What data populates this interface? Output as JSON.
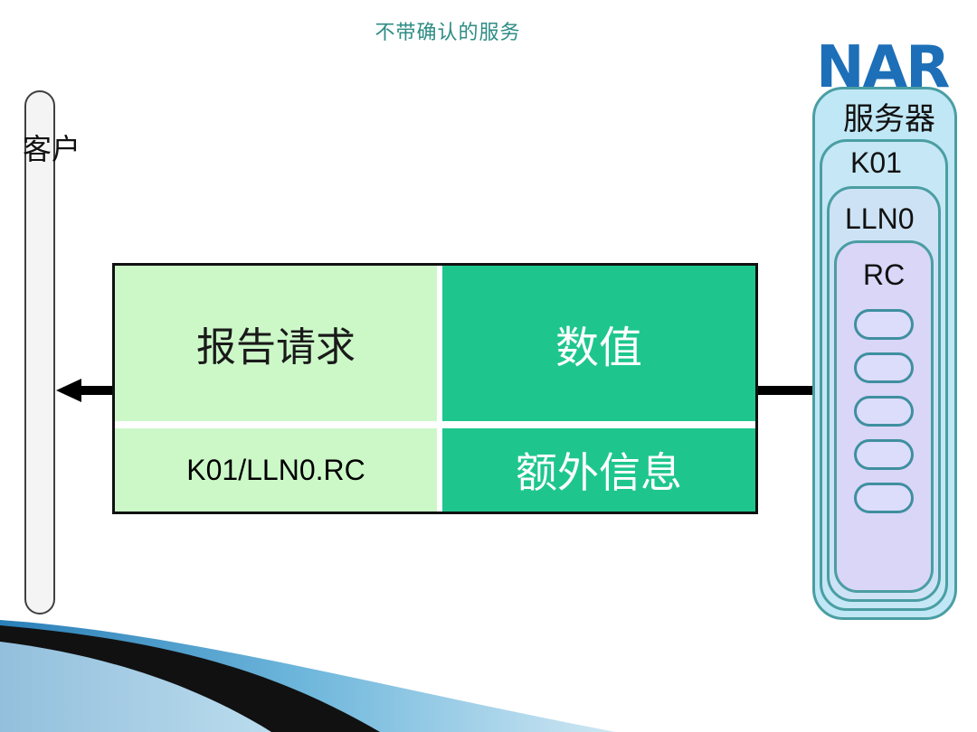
{
  "slide": {
    "title": "不带确认的服务",
    "logo_text": "NARI"
  },
  "client": {
    "label": "客户"
  },
  "message": {
    "report_request": "报告请求",
    "value": "数值",
    "reference": "K01/LLN0.RC",
    "extra_info": "额外信息"
  },
  "server": {
    "label": "服务器",
    "k01": "K01",
    "lln0": "LLN0",
    "rc": "RC"
  },
  "colors": {
    "light_green": "#ccf8c8",
    "teal_green": "#1ec68e",
    "server_blue": "#c0e7f5",
    "server_border": "#4a9ea3",
    "logo_blue": "#1d6fb8"
  }
}
